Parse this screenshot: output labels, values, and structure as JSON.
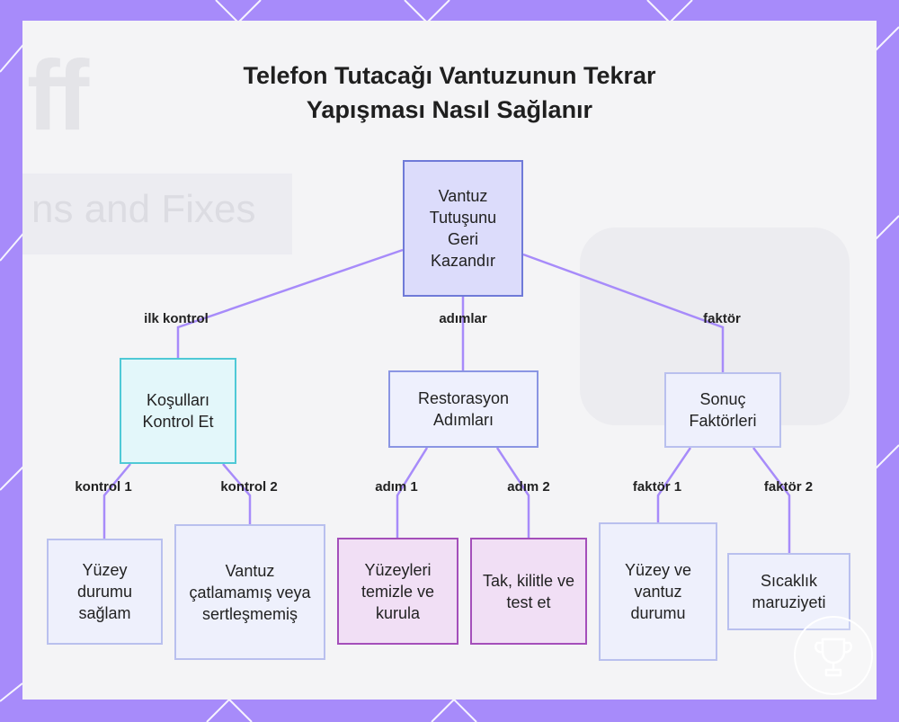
{
  "title": {
    "line1": "Telefon Tutacağı Vantuzunun Tekrar",
    "line2": "Yapışması Nasıl Sağlanır"
  },
  "background": {
    "ghost_large": "ff",
    "ghost_small": "ns and Fixes"
  },
  "colors": {
    "frame": "#a78bfa",
    "edge": "#a78bfa",
    "root_fill": "#dcdcfb",
    "root_border": "#6f7ad8",
    "condition_border": "#4fc9d6",
    "purple_border": "#a44fba"
  },
  "nodes": {
    "root": "Vantuz Tutuşunu Geri Kazandır",
    "check": "Koşulları Kontrol Et",
    "restore": "Restorasyon Adımları",
    "factors": "Sonuç Faktörleri",
    "check1": "Yüzey durumu sağlam",
    "check2": "Vantuz çatlamamış veya sertleşmemiş",
    "step1": "Yüzeyleri temizle ve kurula",
    "step2": "Tak, kilitle ve test et",
    "factor1": "Yüzey ve vantuz durumu",
    "factor2": "Sıcaklık maruziyeti"
  },
  "edges": {
    "root_check": "ilk kontrol",
    "root_restore": "adımlar",
    "root_factors": "faktör",
    "check_c1": "kontrol 1",
    "check_c2": "kontrol 2",
    "restore_s1": "adım 1",
    "restore_s2": "adım 2",
    "factors_f1": "faktör 1",
    "factors_f2": "faktör 2"
  },
  "logo_icon": "trophy-icon"
}
